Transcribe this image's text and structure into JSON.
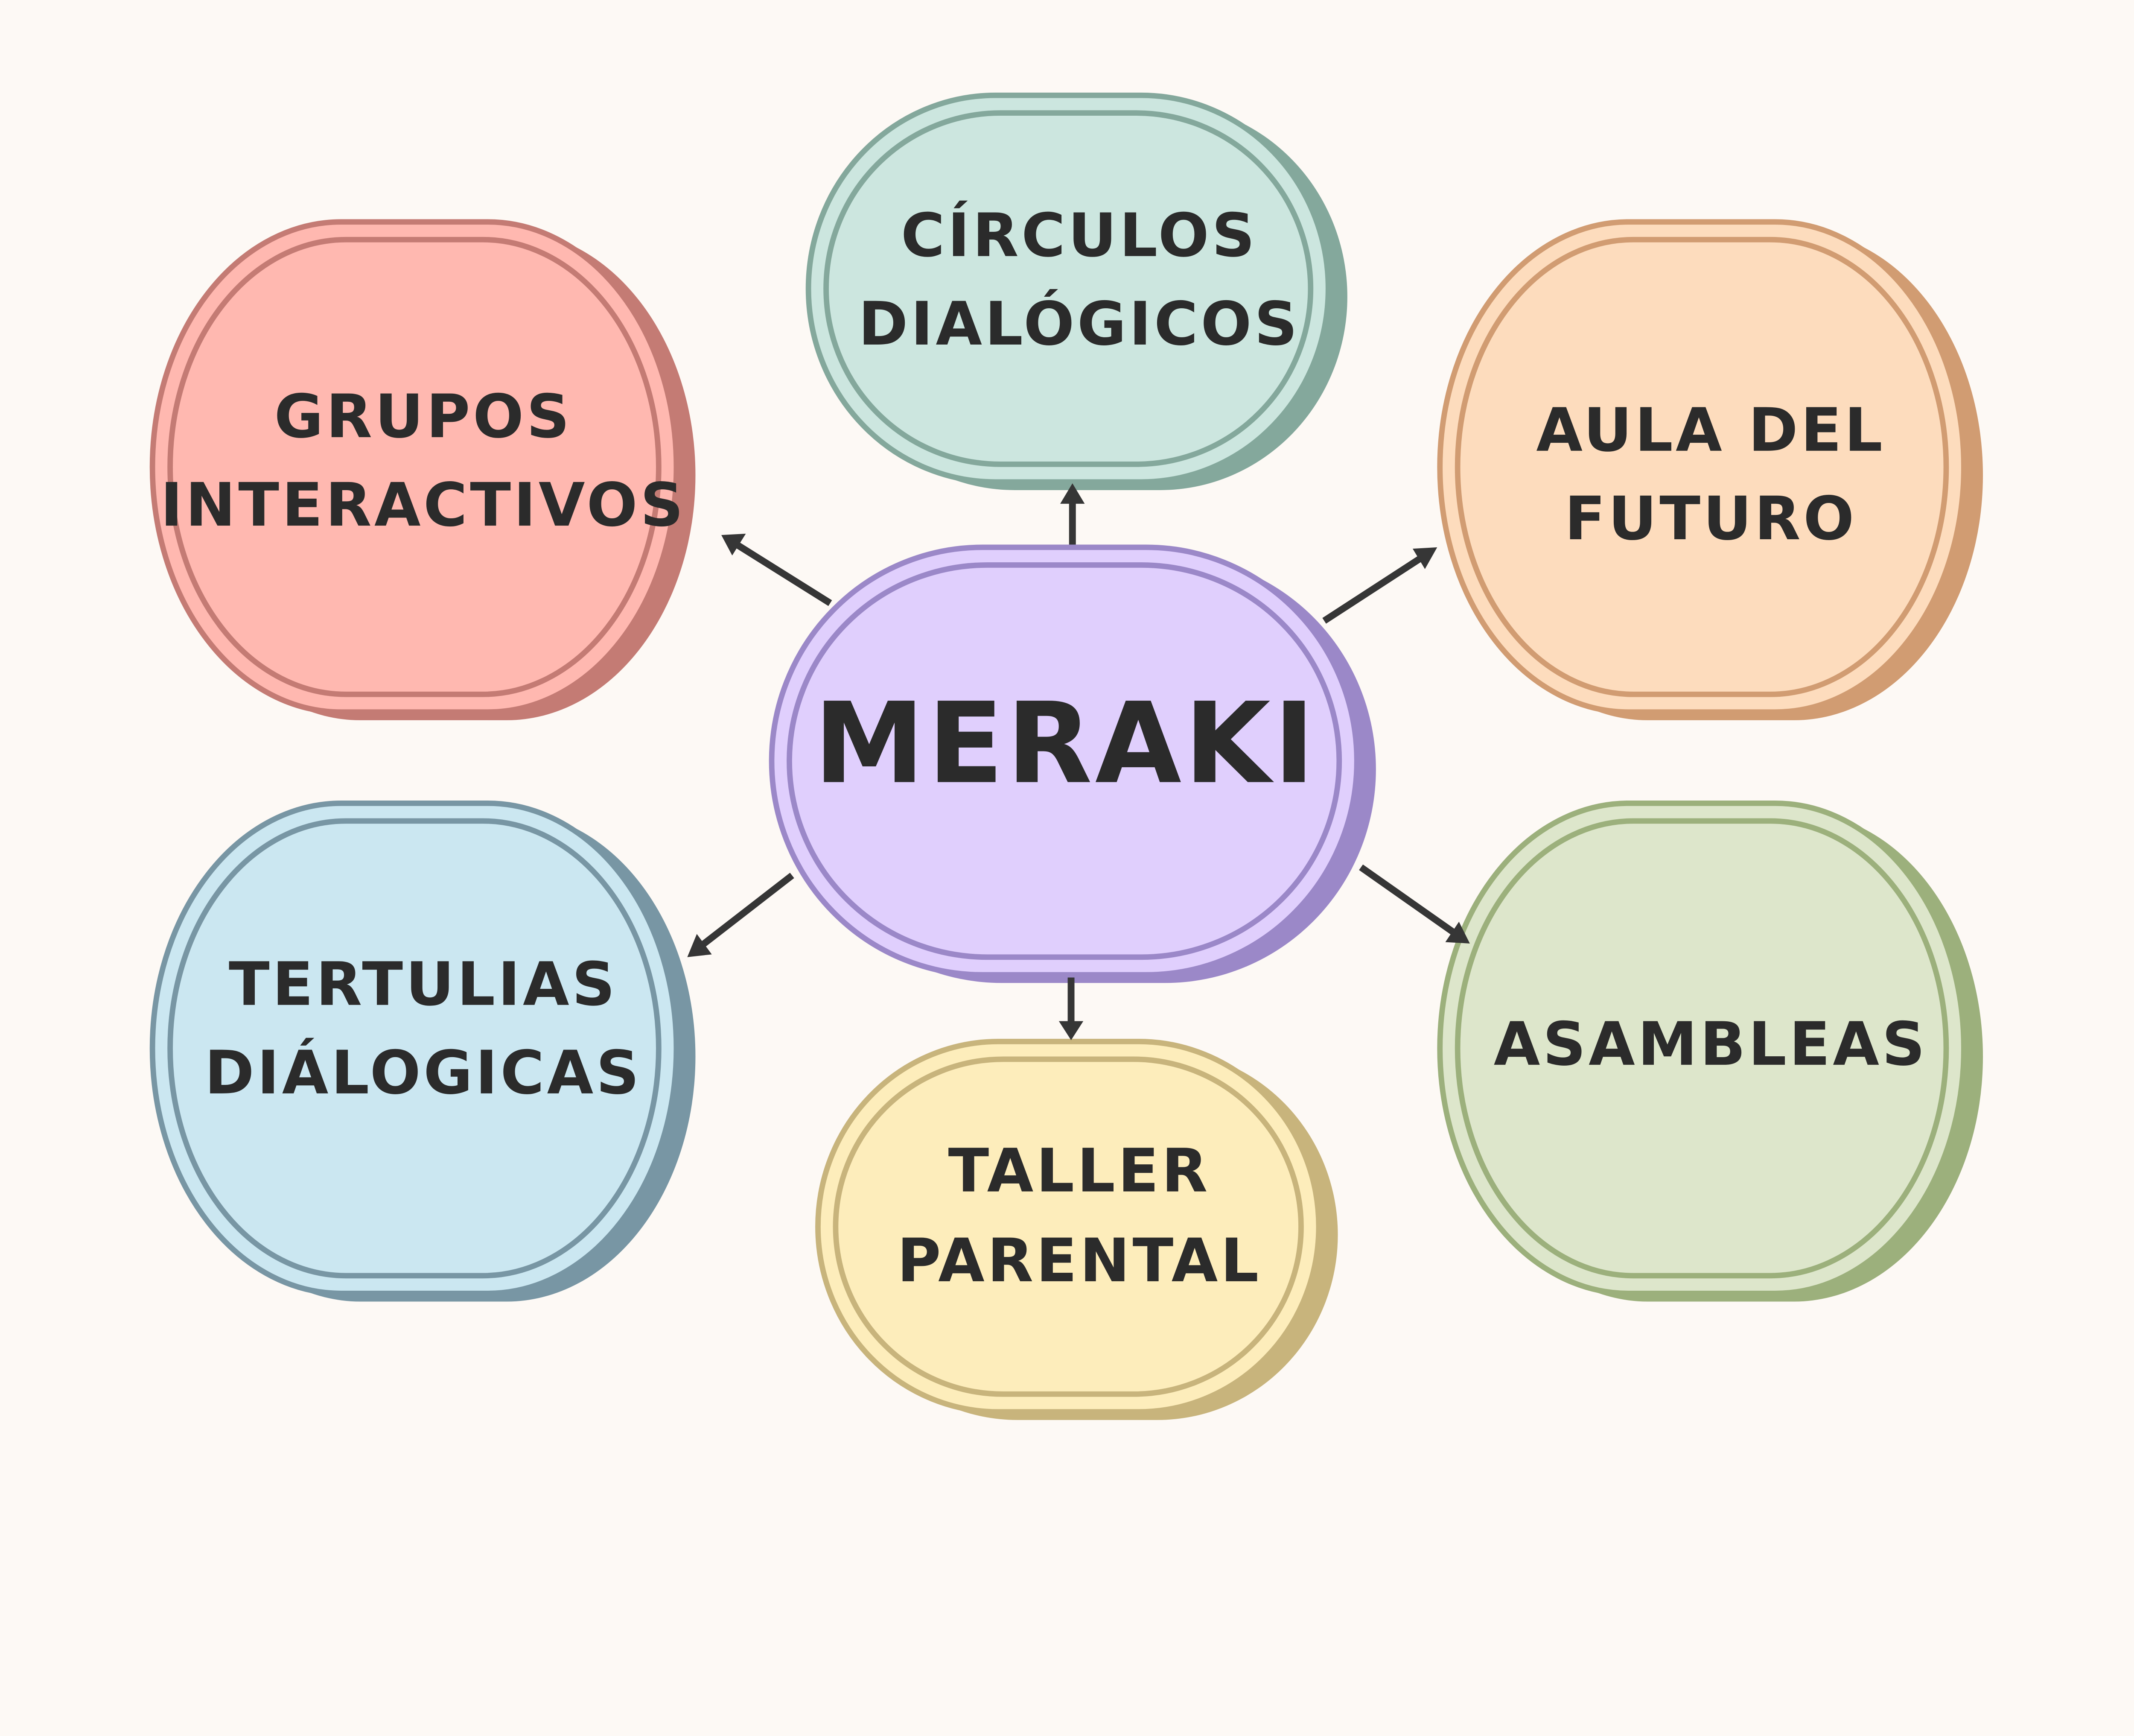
{
  "center": {
    "label": "MERAKI",
    "fill": "#e0cffd",
    "border": "#9b88c8"
  },
  "nodes": {
    "circulos": {
      "lines": [
        "CÍRCULOS",
        "DIALÓGICOS"
      ],
      "fill": "#cce6df",
      "border": "#84a89c"
    },
    "grupos": {
      "lines": [
        "GRUPOS",
        "INTERACTIVOS"
      ],
      "fill": "#ffb8b0",
      "border": "#c47b74"
    },
    "aula": {
      "lines": [
        "AULA DEL",
        "FUTURO"
      ],
      "fill": "#fddcbd",
      "border": "#d19c72"
    },
    "tertulias": {
      "lines": [
        "TERTULIAS",
        "DIÁLOGICAS"
      ],
      "fill": "#cbe7f1",
      "border": "#7896a4"
    },
    "taller": {
      "lines": [
        "TALLER",
        "PARENTAL"
      ],
      "fill": "#fdedbb",
      "border": "#c8b47c"
    },
    "asambleas": {
      "lines": [
        "ASAMBLEAS"
      ],
      "fill": "#dde6cb",
      "border": "#9cb07c"
    }
  }
}
